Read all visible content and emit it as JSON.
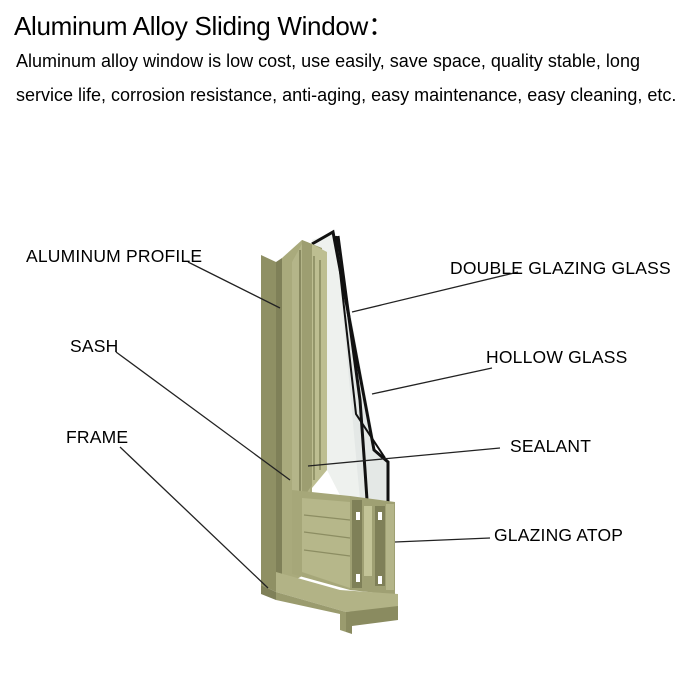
{
  "header": {
    "title": "Aluminum Alloy Sliding Window：",
    "description": "Aluminum alloy window is low cost, use easily, save space, quality stable, long service life, corrosion resistance, anti-aging, easy maintenance, easy cleaning, etc."
  },
  "labels": {
    "aluminum_profile": "ALUMINUM PROFILE",
    "sash": "SASH",
    "frame": "FRAME",
    "double_glazing_glass": "DOUBLE GLAZING GLASS",
    "hollow_glass": "HOLLOW GLASS",
    "sealant": "SEALANT",
    "glazing_atop": "GLAZING ATOP"
  },
  "colors": {
    "profile_main": "#a9aa7c",
    "profile_light": "#c3c497",
    "profile_dark": "#7f8058",
    "glass": "#eef1ee",
    "glass_edge": "#111111",
    "leader_line": "#222222"
  }
}
